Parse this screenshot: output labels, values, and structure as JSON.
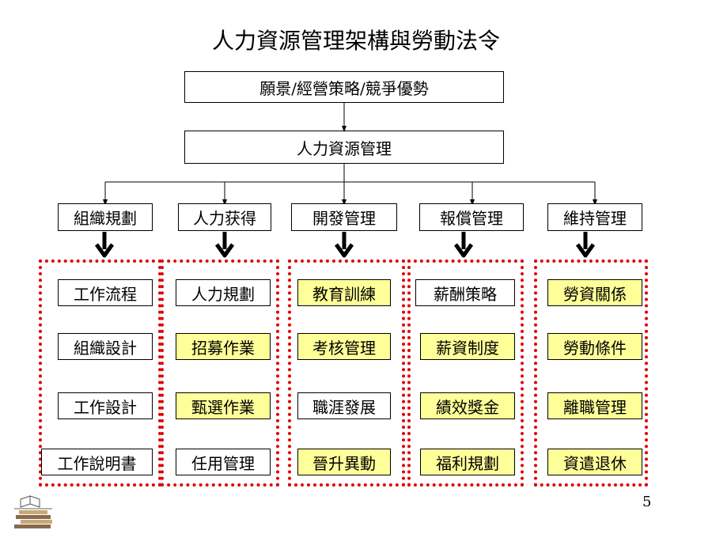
{
  "title": "人力資源管理架構與勞動法令",
  "vision": "願景/經營策略/競爭優勢",
  "hrm": "人力資源管理",
  "categories": [
    {
      "label": "組織規劃",
      "items": [
        {
          "text": "工作流程",
          "highlight": false
        },
        {
          "text": "組織設計",
          "highlight": false
        },
        {
          "text": "工作設計",
          "highlight": false
        },
        {
          "text": "工作說明書",
          "highlight": false
        }
      ]
    },
    {
      "label": "人力获得",
      "items": [
        {
          "text": "人力規劃",
          "highlight": false
        },
        {
          "text": "招募作業",
          "highlight": true
        },
        {
          "text": "甄選作業",
          "highlight": true
        },
        {
          "text": "任用管理",
          "highlight": false
        }
      ]
    },
    {
      "label": "開發管理",
      "items": [
        {
          "text": "教育訓練",
          "highlight": true
        },
        {
          "text": "考核管理",
          "highlight": true
        },
        {
          "text": "職涯發展",
          "highlight": false
        },
        {
          "text": "晉升異動",
          "highlight": true
        }
      ]
    },
    {
      "label": "報償管理",
      "items": [
        {
          "text": "薪酬策略",
          "highlight": false
        },
        {
          "text": "薪資制度",
          "highlight": true
        },
        {
          "text": "績效獎金",
          "highlight": true
        },
        {
          "text": "福利規劃",
          "highlight": true
        }
      ]
    },
    {
      "label": "維持管理",
      "items": [
        {
          "text": "勞資關係",
          "highlight": true
        },
        {
          "text": "勞動條件",
          "highlight": true
        },
        {
          "text": "離職管理",
          "highlight": true
        },
        {
          "text": "資遣退休",
          "highlight": true
        }
      ]
    }
  ],
  "page_number": "5",
  "colors": {
    "highlight": "#ffff99",
    "dotted_border": "#e00000",
    "line": "#000000"
  }
}
